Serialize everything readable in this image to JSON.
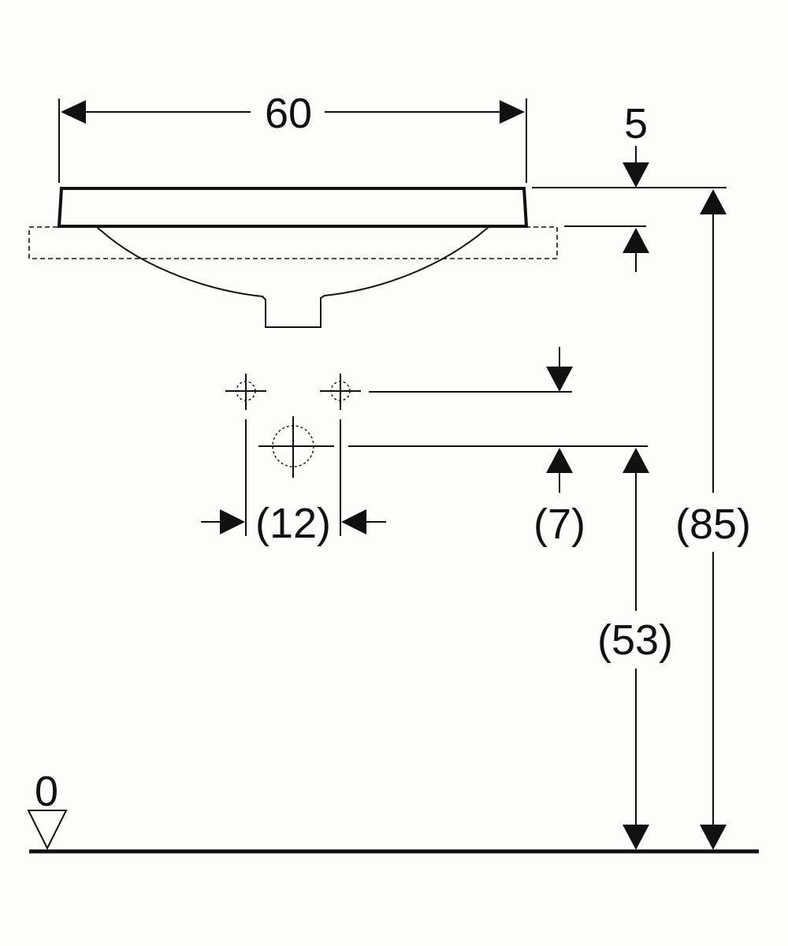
{
  "dimensions": {
    "width": "60",
    "rim_thickness": "5",
    "total_height": "(85)",
    "drain_height": "(53)",
    "tap_offset": "(7)",
    "tap_spacing": "(12)",
    "floor_level": "0"
  }
}
